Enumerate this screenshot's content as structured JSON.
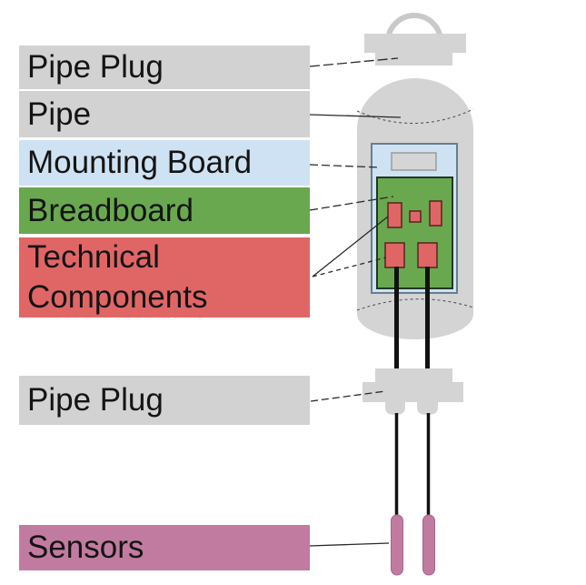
{
  "labels": [
    {
      "id": "pipe-plug-top",
      "text": "Pipe Plug",
      "color": "#d2d2d2"
    },
    {
      "id": "pipe",
      "text": "Pipe",
      "color": "#d2d2d2"
    },
    {
      "id": "mounting-board",
      "text": "Mounting Board",
      "color": "#cfe2f3"
    },
    {
      "id": "breadboard",
      "text": "Breadboard",
      "color": "#6aa84f"
    },
    {
      "id": "technical-components",
      "text": "Technical Components",
      "color": "#e06666"
    },
    {
      "id": "pipe-plug-bottom",
      "text": "Pipe Plug",
      "color": "#d2d2d2"
    },
    {
      "id": "sensors",
      "text": "Sensors",
      "color": "#c27ba0"
    }
  ],
  "colors": {
    "background": "#ffffff",
    "metal_gray": "#d4d4d4",
    "ring_gray": "#c9c9c9",
    "label_gray": "#d2d2d2",
    "light_blue": "#cfe2f3",
    "board_border": "#64808f",
    "slot_gray": "#d5d5d5",
    "slot_border": "#9b9b9b",
    "green": "#6aa84f",
    "breadboard_border": "#223622",
    "red": "#e06666",
    "component_border": "#552222",
    "pink": "#c27ba0",
    "sensor_border": "#a8638c",
    "wire_black": "#111111",
    "callout_line": "#2a2a2a",
    "text_black": "#141414"
  },
  "diagram": {
    "description_parts": [
      {
        "name": "pipe-plug-top",
        "shape": "plug with ring handle",
        "color": "#d4d4d4"
      },
      {
        "name": "pipe",
        "shape": "capsule cylinder",
        "color": "#d4d4d4"
      },
      {
        "name": "mounting-board",
        "shape": "rectangle",
        "color": "#cfe2f3"
      },
      {
        "name": "slot",
        "shape": "small rectangle",
        "color": "#d5d5d5"
      },
      {
        "name": "breadboard",
        "shape": "rectangle",
        "color": "#6aa84f"
      },
      {
        "name": "technical-components",
        "count": 5,
        "color": "#e06666"
      },
      {
        "name": "wires",
        "count": 2,
        "color": "#111111"
      },
      {
        "name": "pipe-plug-bottom",
        "shape": "stepped plug",
        "color": "#d4d4d4"
      },
      {
        "name": "sensors",
        "count": 2,
        "shape": "capsules",
        "color": "#c27ba0"
      }
    ]
  }
}
